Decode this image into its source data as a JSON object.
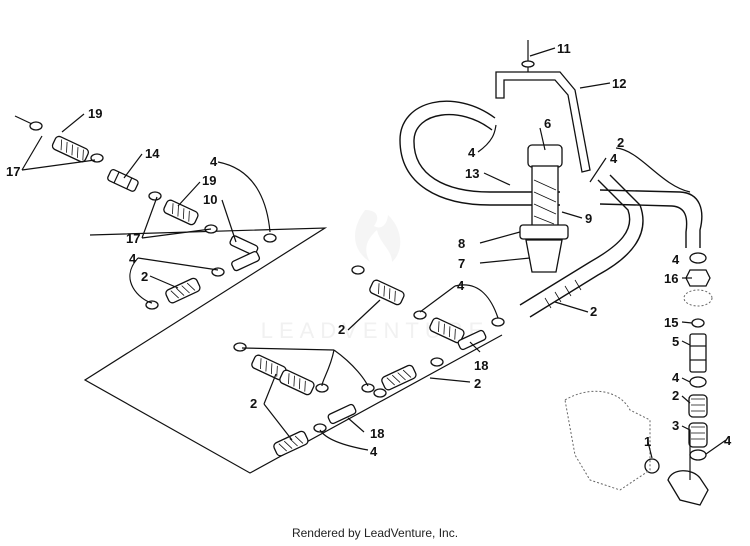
{
  "watermark": "LEADVENTURE",
  "footer": "Rendered by LeadVenture, Inc.",
  "callouts": [
    "19",
    "17",
    "14",
    "4",
    "19",
    "10",
    "17",
    "4",
    "2",
    "11",
    "12",
    "6",
    "4",
    "13",
    "4",
    "2",
    "9",
    "8",
    "7",
    "4",
    "16",
    "15",
    "5",
    "4",
    "2",
    "3",
    "1",
    "4",
    "2",
    "4",
    "2",
    "18",
    "2",
    "18",
    "4",
    "2"
  ]
}
